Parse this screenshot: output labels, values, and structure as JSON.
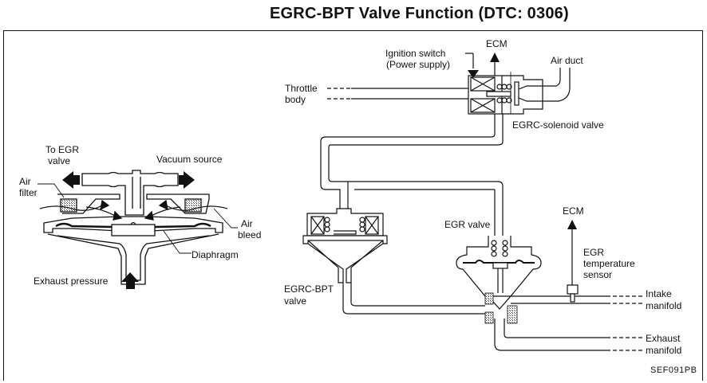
{
  "title": "EGRC-BPT Valve Function (DTC: 0306)",
  "figure_code": "SEF091PB",
  "left_detail": {
    "labels": {
      "to_egr_valve_line1": "To EGR",
      "to_egr_valve_line2": "valve",
      "vacuum_source": "Vacuum source",
      "air_filter_line1": "Air",
      "air_filter_line2": "filter",
      "air_bleed_line1": "Air",
      "air_bleed_line2": "bleed",
      "diaphragm": "Diaphragm",
      "exhaust_pressure": "Exhaust pressure"
    }
  },
  "system": {
    "labels": {
      "ignition_switch_line1": "Ignition switch",
      "ignition_switch_line2": "(Power supply)",
      "ecm_top": "ECM",
      "air_duct": "Air duct",
      "throttle_body_line1": "Throttle",
      "throttle_body_line2": "body",
      "egrc_solenoid_valve": "EGRC-solenoid valve",
      "egrc_bpt_valve_line1": "EGRC-BPT",
      "egrc_bpt_valve_line2": "valve",
      "egr_valve": "EGR valve",
      "ecm_sensor": "ECM",
      "egr_temp_sensor_line1": "EGR",
      "egr_temp_sensor_line2": "temperature",
      "egr_temp_sensor_line3": "sensor",
      "intake_manifold_line1": "Intake",
      "intake_manifold_line2": "manifold",
      "exhaust_manifold_line1": "Exhaust",
      "exhaust_manifold_line2": "manifold"
    }
  }
}
